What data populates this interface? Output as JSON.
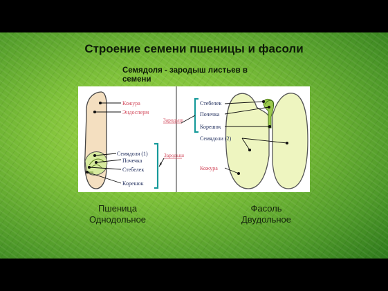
{
  "title": "Строение семени пшеницы и фасоли",
  "subtitle": "Семядоля - зародыш листьев в семени",
  "wheat": {
    "labels": {
      "kozhura": "Кожура",
      "endosperm": "Эндосперм",
      "semyadolya": "Семядоля (1)",
      "pochechka": "Почечка",
      "stebelek": "Стебелек",
      "koreshok": "Корешок"
    },
    "zarodysh_top": "Зародыш",
    "zarodysh_bottom": "Зародыш",
    "caption_name": "Пшеница",
    "caption_type": "Однодольное"
  },
  "bean": {
    "labels": {
      "stebelek": "Стебелек",
      "pochechka": "Почечка",
      "koreshok": "Корешок",
      "semyadoli": "Семядоли (2)",
      "kozhura": "Кожура"
    },
    "caption_name": "Фасоль",
    "caption_type": "Двудольное"
  },
  "colors": {
    "label_red": "#d24a5c",
    "label_navy": "#1c2a5a",
    "bracket_teal": "#169a9a",
    "wheat_fill": "#f4dfc0",
    "bean_fill": "#eef5c0"
  }
}
